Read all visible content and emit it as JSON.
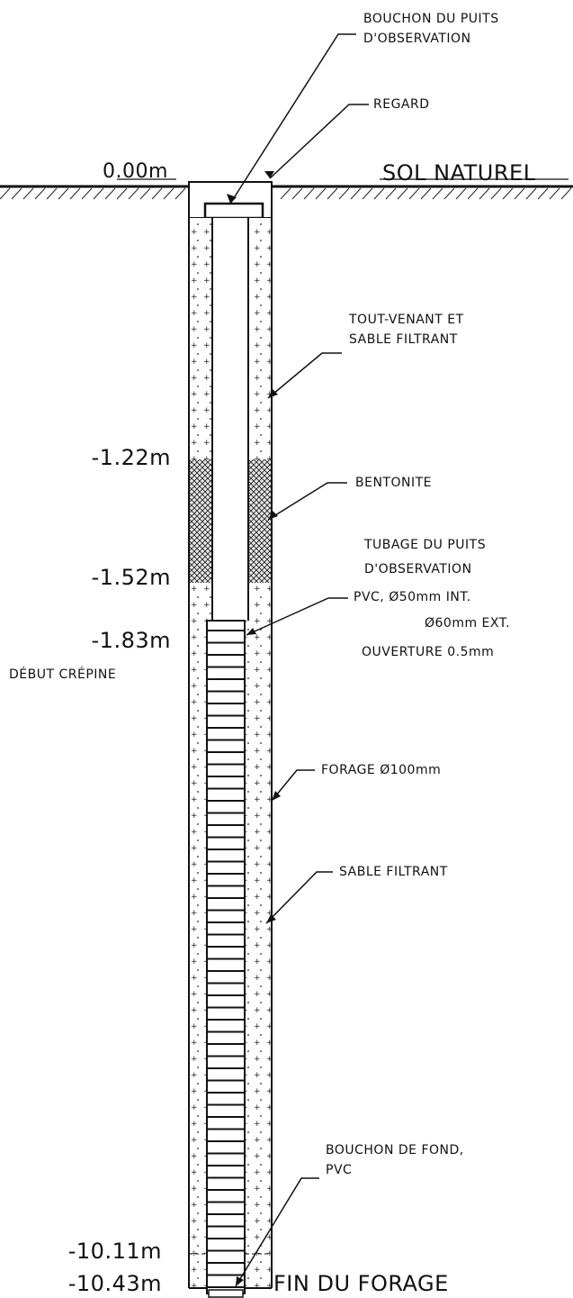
{
  "depths": {
    "surface": "0.00m",
    "bentonite_top": "-1.22m",
    "bentonite_bottom": "-1.52m",
    "screen_start": "-1.83m",
    "screen_start_note": "DÉBUT CRÉPINE",
    "screen_end": "-10.11m",
    "bottom": "-10.43m"
  },
  "labels": {
    "cap_line1": "BOUCHON DU PUITS",
    "cap_line2": "D'OBSERVATION",
    "manhole": "REGARD",
    "ground": "SOL NATUREL",
    "backfill_line1": "TOUT-VENANT ET",
    "backfill_line2": "SABLE FILTRANT",
    "bentonite": "BENTONITE",
    "casing_line1": "TUBAGE DU PUITS",
    "casing_line2": "D'OBSERVATION",
    "casing_line3": "PVC, Ø50mm INT.",
    "casing_line4": "Ø60mm EXT.",
    "casing_line5": "OUVERTURE 0.5mm",
    "borehole": "FORAGE Ø100mm",
    "filter_sand": "SABLE FILTRANT",
    "bottom_cap_line1": "BOUCHON DE FOND,",
    "bottom_cap_line2": "PVC",
    "end": "FIN DU FORAGE"
  }
}
